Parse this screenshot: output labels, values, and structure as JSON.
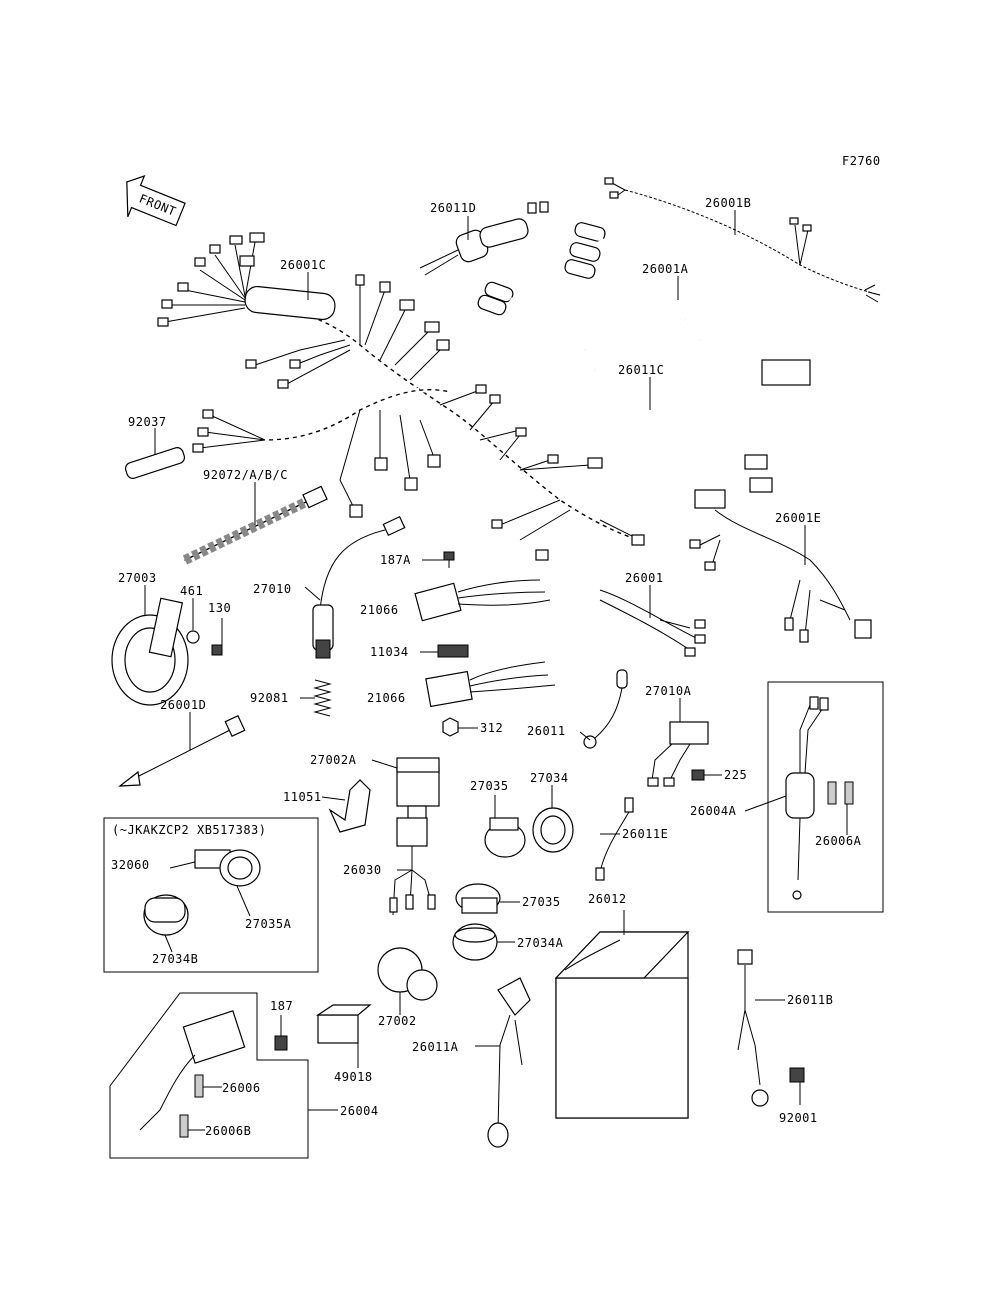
{
  "figure_id": "F2760",
  "front_label": "FRONT",
  "inset_box_label": "(~JKAKZCP2 XB517383)",
  "parts": {
    "p26011D": "26011D",
    "p26001B": "26001B",
    "p26001C": "26001C",
    "p26001A": "26001A",
    "p26011C": "26011C",
    "p92037": "92037",
    "p92072": "92072/A/B/C",
    "p26001E": "26001E",
    "p187A": "187A",
    "p27003": "27003",
    "p461": "461",
    "p130": "130",
    "p27010": "27010",
    "p21066a": "21066",
    "p26001": "26001",
    "p11034": "11034",
    "p92081": "92081",
    "p21066b": "21066",
    "p27010A": "27010A",
    "p26001D": "26001D",
    "p312": "312",
    "p26011": "26011",
    "p27002A": "27002A",
    "p225": "225",
    "p27035a": "27035",
    "p27034": "27034",
    "p26004A": "26004A",
    "p11051": "11051",
    "p26011E": "26011E",
    "p26006A": "26006A",
    "p32060": "32060",
    "p26030": "26030",
    "p27035A": "27035A",
    "p27034B": "27034B",
    "p27035b": "27035",
    "p26012": "26012",
    "p27034A": "27034A",
    "p187": "187",
    "p27002": "27002",
    "p26011B": "26011B",
    "p26006": "26006",
    "p49018": "49018",
    "p26011A": "26011A",
    "p26004": "26004",
    "p26006B": "26006B",
    "p92001": "92001"
  }
}
